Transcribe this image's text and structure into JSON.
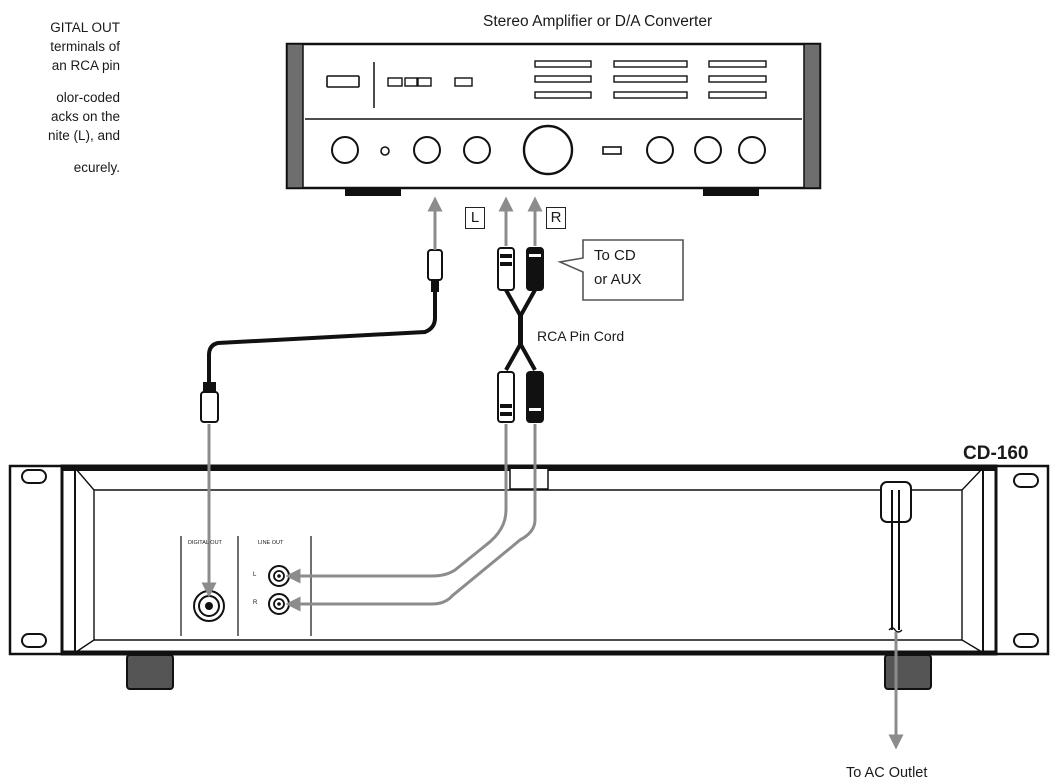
{
  "instructions": [
    "GITAL  OUT",
    "terminals of",
    "an  RCA  pin",
    "",
    "olor-coded",
    "acks  on  the",
    "nite  (L),  and",
    "",
    "ecurely."
  ],
  "labels": {
    "amplifier": "Stereo Amplifier or D/A Converter",
    "player_model": "CD-160",
    "cord": "RCA Pin Cord",
    "to_cd_line1": "To CD",
    "to_cd_line2": "or AUX",
    "channel_left": "L",
    "channel_right": "R",
    "ac_outlet": "To AC Outlet",
    "digital_out_panel": "DIGITAL OUT",
    "line_out_panel": "LINE OUT",
    "jack_left": "L",
    "jack_right": "R"
  }
}
